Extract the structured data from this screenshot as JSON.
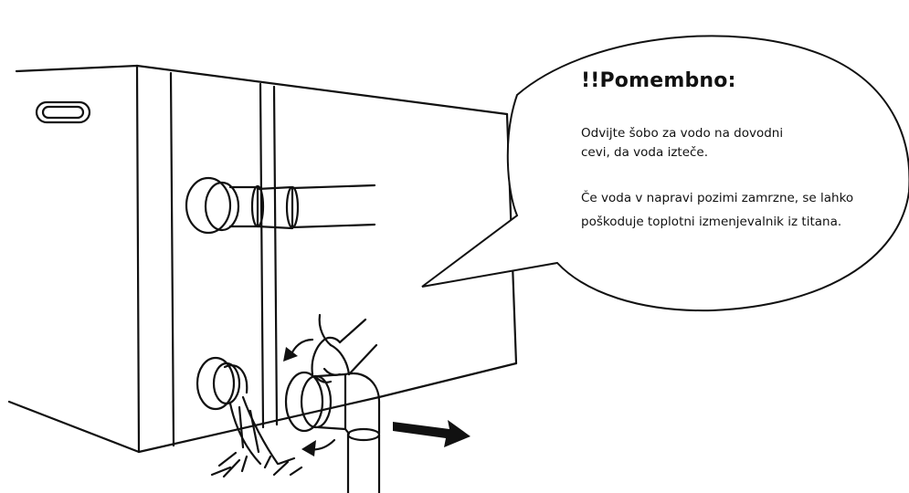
{
  "callout": {
    "title": "!!Pomembno:",
    "paragraph1": "Odvijte šobo za vodo na dovodni cevi, da voda izteče.",
    "paragraph2": "Če voda v napravi pozimi zamrzne, se lahko poškoduje toplotni izmenjevalnik iz titana."
  },
  "colors": {
    "line": "#111111",
    "background": "#ffffff"
  }
}
